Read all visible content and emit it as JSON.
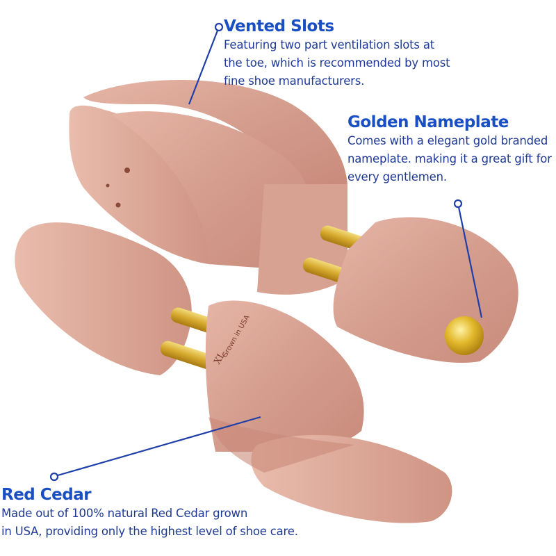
{
  "callouts": {
    "vented_slots": {
      "title": "Vented Slots",
      "lines": [
        "Featuring two part ventilation slots at",
        "the toe, which is recommended by most",
        "fine shoe manufacturers."
      ]
    },
    "golden_nameplate": {
      "title": "Golden Nameplate",
      "lines": [
        "Comes with a elegant gold branded",
        "nameplate. making it a great gift for",
        "every gentlemen."
      ]
    },
    "red_cedar": {
      "title": "Red Cedar",
      "lines": [
        "Made out of 100% natural Red Cedar grown",
        "in USA, providing only the highest level of shoe care."
      ]
    }
  },
  "product": {
    "stamp_size": "XL",
    "stamp_text": "Grown in USA"
  },
  "colors": {
    "accent_blue": "#1a4fc4",
    "text_blue": "#1f3a94",
    "cedar": "#d9a494",
    "brass": "#d9b23a"
  }
}
